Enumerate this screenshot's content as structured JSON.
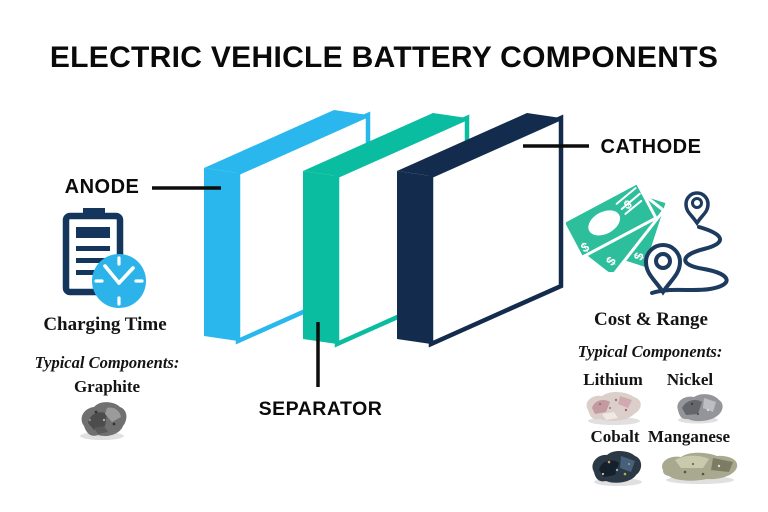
{
  "title": "ELECTRIC VEHICLE BATTERY COMPONENTS",
  "colors": {
    "anode": "#29b7ee",
    "separator": "#0abda0",
    "cathode": "#132c4e",
    "money_green": "#2dbe9c",
    "icon_navy": "#1d3a5f",
    "battery_navy": "#14365c",
    "clock_blue": "#2cb3e9",
    "leader_line": "#0d0d0d"
  },
  "panels": {
    "anode_label": "ANODE",
    "separator_label": "SEPARATOR",
    "cathode_label": "CATHODE"
  },
  "anode_section": {
    "benefit": "Charging Time",
    "components_heading": "Typical Components:",
    "components": [
      "Graphite"
    ],
    "icon_names": [
      "battery-icon",
      "clock-icon"
    ]
  },
  "cathode_section": {
    "benefit": "Cost & Range",
    "components_heading": "Typical Components:",
    "components": [
      "Lithium",
      "Nickel",
      "Cobalt",
      "Manganese"
    ],
    "icon_names": [
      "money-icon",
      "location-pin-icon",
      "route-icon"
    ]
  },
  "money_symbol": "$"
}
